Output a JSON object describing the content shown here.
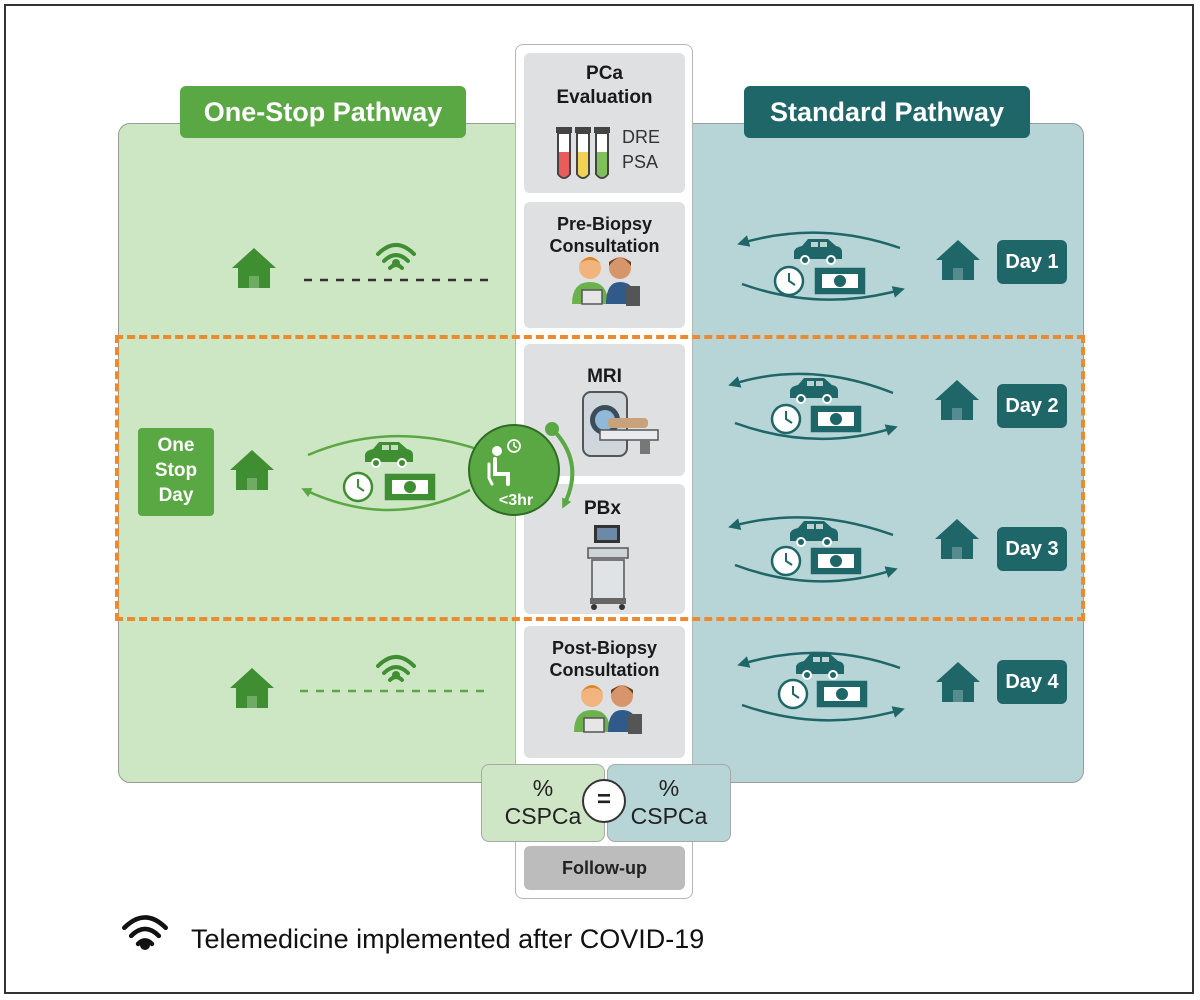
{
  "one_stop": {
    "title": "One-Stop Pathway",
    "day_label_lines": [
      "One",
      "Stop",
      "Day"
    ],
    "duration": "<3hr"
  },
  "standard": {
    "title": "Standard Pathway",
    "days": [
      "Day 1",
      "Day 2",
      "Day 3",
      "Day 4"
    ]
  },
  "steps": {
    "pca_evaluation": {
      "title_lines": [
        "PCa",
        "Evaluation"
      ],
      "tests": [
        "DRE",
        "PSA"
      ]
    },
    "pre_biopsy": {
      "title_lines": [
        "Pre-Biopsy",
        "Consultation"
      ]
    },
    "mri": {
      "title": "MRI"
    },
    "pbx": {
      "title": "PBx"
    },
    "post_biopsy": {
      "title_lines": [
        "Post-Biopsy",
        "Consultation"
      ]
    }
  },
  "outcome": {
    "percent": "%",
    "metric": "CSPCa",
    "equals": "="
  },
  "follow_up": "Follow-up",
  "legend": {
    "text": "Telemedicine implemented after COVID-19",
    "icon": "wifi-icon"
  },
  "colors": {
    "one_stop_green": "#5aa843",
    "icon_green": "#3f8f32",
    "standard_teal": "#1f6668",
    "dashed_orange": "#ee8a2e"
  }
}
